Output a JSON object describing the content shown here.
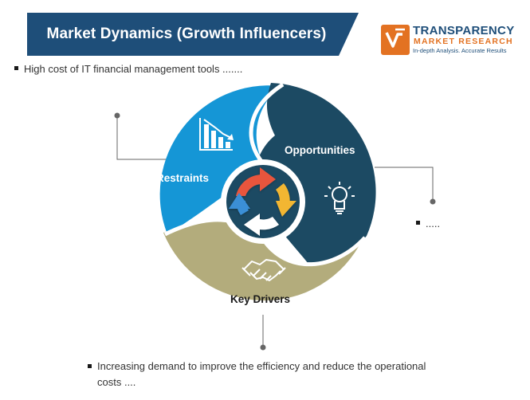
{
  "header": {
    "title": "Market Dynamics (Growth Influencers)"
  },
  "logo": {
    "name": "TRANSPARENCY",
    "sub": "MARKET RESEARCH",
    "tagline": "In-depth Analysis. Accurate Results"
  },
  "segments": {
    "restraints": "Restraints",
    "opportunities": "Opportunities",
    "key_drivers": "Key Drivers"
  },
  "bullets": {
    "restraints_text": "High cost of IT financial management tools .......",
    "opportunities_text": ".....",
    "drivers_text": "Increasing demand to improve the efficiency and reduce the operational costs ...."
  },
  "colors": {
    "banner": "#1e4e79",
    "restraints": "#1596d6",
    "opportunities": "#1c4a63",
    "key_drivers": "#b3ac7c",
    "center": "#1c4a63",
    "accent": "#e37222"
  },
  "icons": {
    "restraints": "declining-chart-icon",
    "opportunities": "lightbulb-icon",
    "key_drivers": "handshake-icon",
    "center": "cycle-arrows-icon"
  }
}
